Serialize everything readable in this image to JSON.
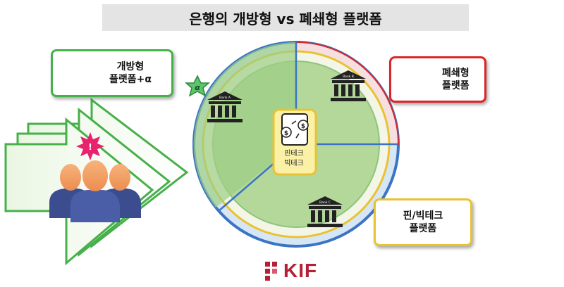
{
  "title": "은행의 개방형 vs 폐쇄형 플랫폼",
  "callouts": {
    "open": {
      "line1": "개방형",
      "line2": "플랫폼+α"
    },
    "closed": {
      "line1": "폐쇄형",
      "line2": "플랫폼"
    },
    "fintech": {
      "line1": "핀/빅테크",
      "line2": "플랫폼"
    }
  },
  "alpha_badge": "α",
  "banks": {
    "a": "Bank A",
    "b": "Bank B",
    "c": "Bank C",
    "callout_a": "Bank A",
    "callout_b": "Bank B"
  },
  "center": {
    "line1": "핀테크",
    "line2": "빅테크"
  },
  "alert_badge": "!",
  "logo": "KIF",
  "colors": {
    "open": "#46b04a",
    "closed": "#d9262b",
    "fintech": "#e9c234",
    "ring": "#3b74c4",
    "logo": "#b51f37"
  }
}
